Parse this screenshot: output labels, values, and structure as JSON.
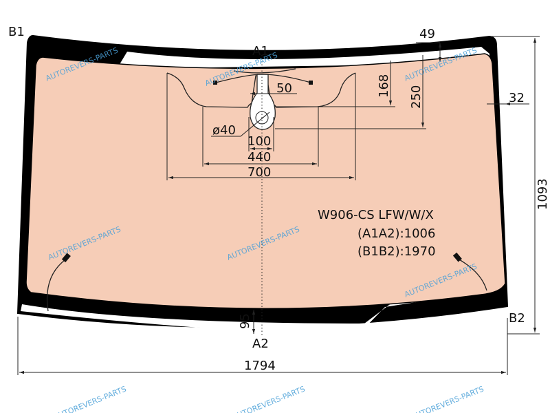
{
  "labels": {
    "b1": "B1",
    "b2": "B2",
    "a1": "A1",
    "a2": "A2"
  },
  "dimensions": {
    "top_gap": "49",
    "sensor_width": "50",
    "sensor_h1": "168",
    "sensor_h2": "250",
    "side_gap": "32",
    "hole_diameter": "ø40",
    "w100": "100",
    "w440": "440",
    "w700": "700",
    "height_total": "1093",
    "bottom_gap": "95",
    "width_total": "1794"
  },
  "spec": {
    "model": "W906-CS LFW/W/X",
    "a1a2": "(A1A2):1006",
    "b1b2": "(B1B2):1970"
  },
  "watermark": "AUTOREVERS-PARTS",
  "colors": {
    "tint": "#f6cdb7",
    "band": "#000000",
    "watermark": "#4aa0d8"
  }
}
